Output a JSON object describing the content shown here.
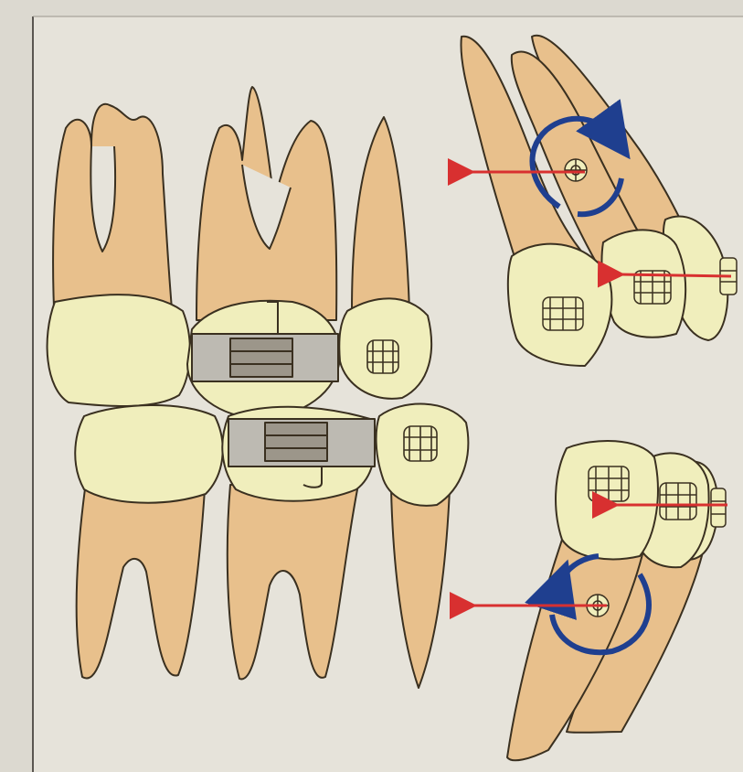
{
  "figure": {
    "type": "orthodontic-illustration",
    "colors": {
      "background": "#e6e3da",
      "tooth_root": "#e8c08c",
      "tooth_crown": "#f0eebc",
      "outline": "#3a3020",
      "bracket_grey": "#bdbab2",
      "bracket_dark": "#9c968a",
      "force_arrow": "#d83030",
      "rotation_arrow": "#1f3f8f"
    },
    "panels": [
      {
        "name": "main-dentition-view",
        "icon": "molar-teeth-with-bands"
      },
      {
        "name": "upper-tooth-rotation-view",
        "icon": "rotation-arrow-clockwise"
      },
      {
        "name": "lower-tooth-rotation-view",
        "icon": "rotation-arrow-counterclockwise"
      }
    ]
  }
}
